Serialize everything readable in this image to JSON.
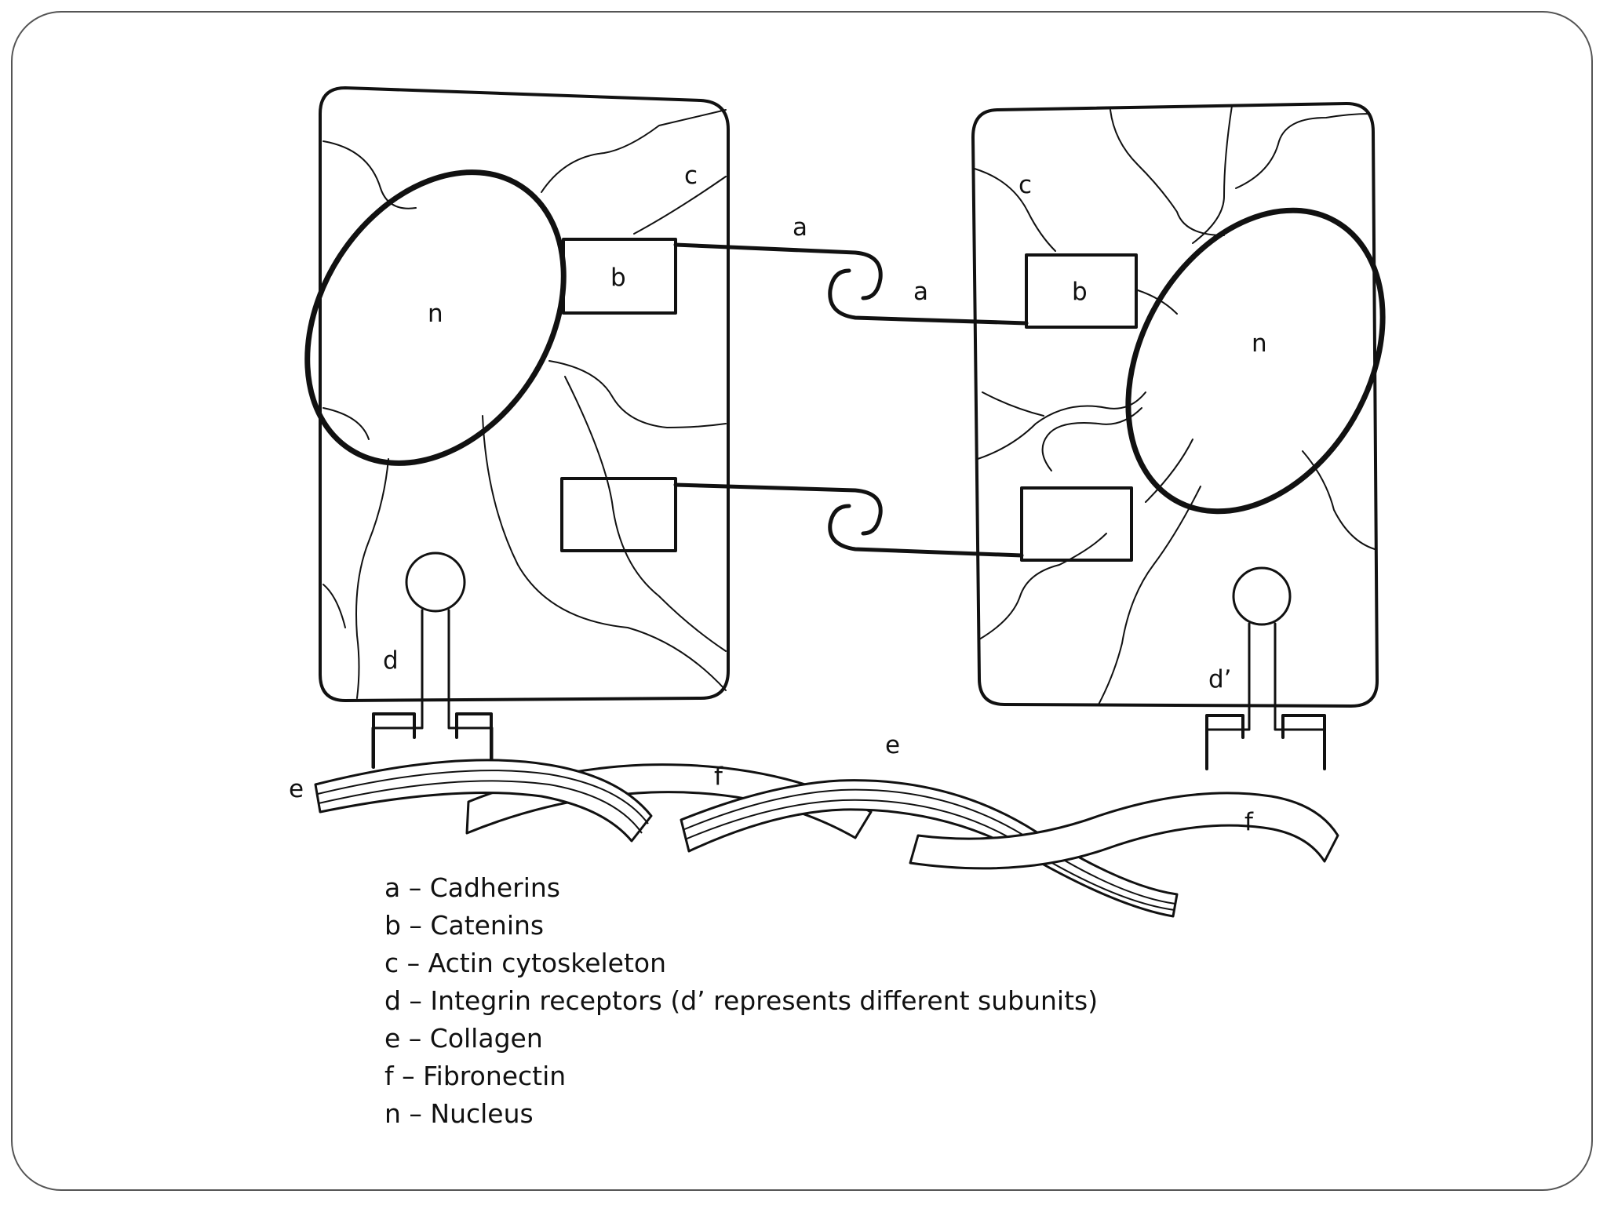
{
  "labels": {
    "cadherin": "a",
    "catenin": "b",
    "actin": "c",
    "integrin": "d",
    "integrin_prime": "d’",
    "collagen": "e",
    "fibronectin": "f",
    "nucleus": "n"
  },
  "legend": [
    "a – Cadherins",
    "b – Catenins",
    "c – Actin cytoskeleton",
    "d – Integrin receptors (d’ represents different subunits)",
    "e – Collagen",
    "f – Fibronectin",
    "n – Nucleus"
  ]
}
